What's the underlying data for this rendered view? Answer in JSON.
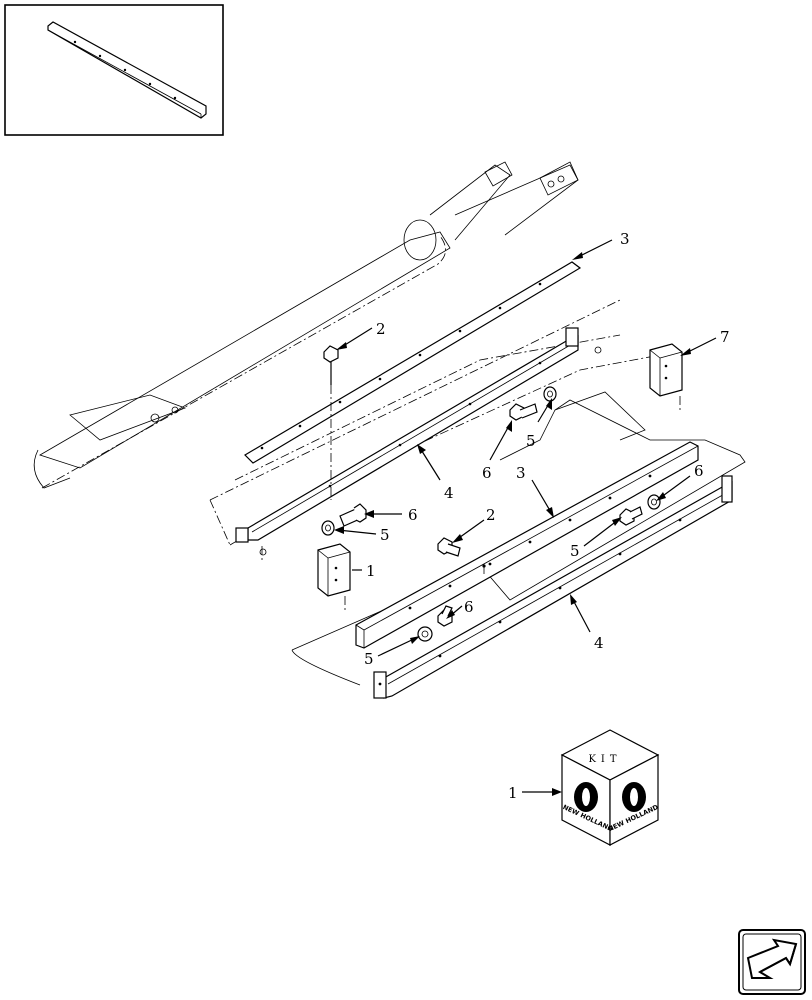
{
  "callouts": {
    "c1_bracket": "1",
    "c2_upper": "2",
    "c3_upper": "3",
    "c4_upper": "4",
    "c5_upper_right": "5",
    "c6_upper_right": "6",
    "c5_upper_left": "5",
    "c6_upper_left": "6",
    "c7": "7",
    "c3_lower": "3",
    "c2_lower": "2",
    "c6_lower_right": "6",
    "c5_lower_right": "5",
    "c6_lower_left": "6",
    "c5_lower_left": "5",
    "c4_lower": "4",
    "c1_kit": "1"
  },
  "kit_box": {
    "label": "KIT",
    "brand_left": "NEW HOLLAND",
    "brand_right": "NEW HOLLAND"
  },
  "icons": {
    "thumbnail": "bar-thumbnail-icon",
    "navigation": "navigation-arrow-icon"
  }
}
